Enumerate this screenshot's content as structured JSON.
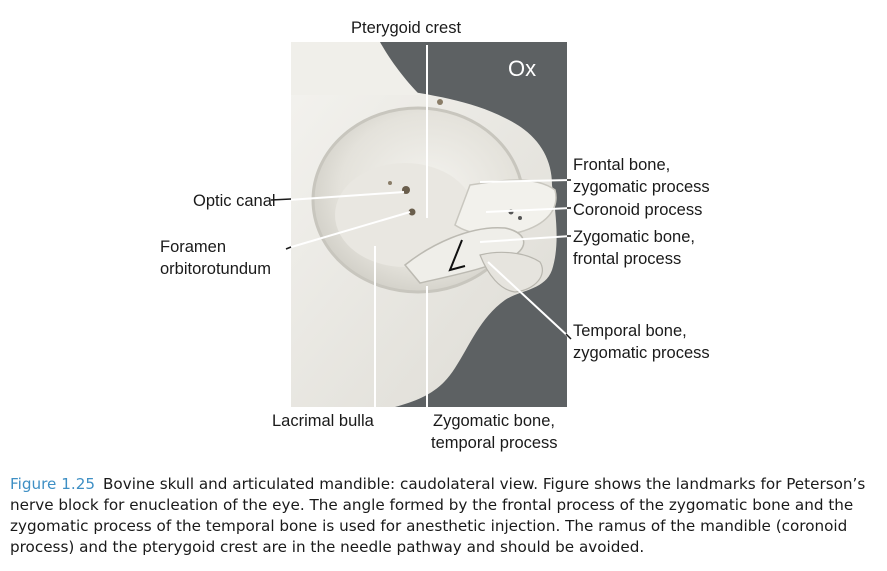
{
  "figure": {
    "species_tag": "Ox",
    "labels": {
      "pterygoid_crest": "Pterygoid crest",
      "optic_canal": "Optic canal",
      "foramen_line1": "Foramen",
      "foramen_line2": "orbitorotundum",
      "lacrimal_bulla": "Lacrimal bulla",
      "zyg_temporal_line1": "Zygomatic bone,",
      "zyg_temporal_line2": "temporal process",
      "frontal_line1": "Frontal bone,",
      "frontal_line2": "zygomatic process",
      "coronoid": "Coronoid process",
      "zyg_frontal_line1": "Zygomatic bone,",
      "zyg_frontal_line2": "frontal process",
      "temporal_line1": "Temporal bone,",
      "temporal_line2": "zygomatic process"
    }
  },
  "caption": {
    "label": "Figure 1.25",
    "text": "Bovine skull and articulated mandible: caudolateral view. Figure shows the landmarks for Peterson’s nerve block for enucleation of the eye. The angle formed by the frontal process of the zygomatic bone and the zygomatic process of the temporal bone is used for anesthetic injection. The ramus of the mandible (coronoid process) and the pterygoid crest are in the needle pathway and should be avoided."
  },
  "colors": {
    "photo_background": "#5d6163",
    "bone": "#ecebe6",
    "caption_label": "#3e8fc4"
  }
}
